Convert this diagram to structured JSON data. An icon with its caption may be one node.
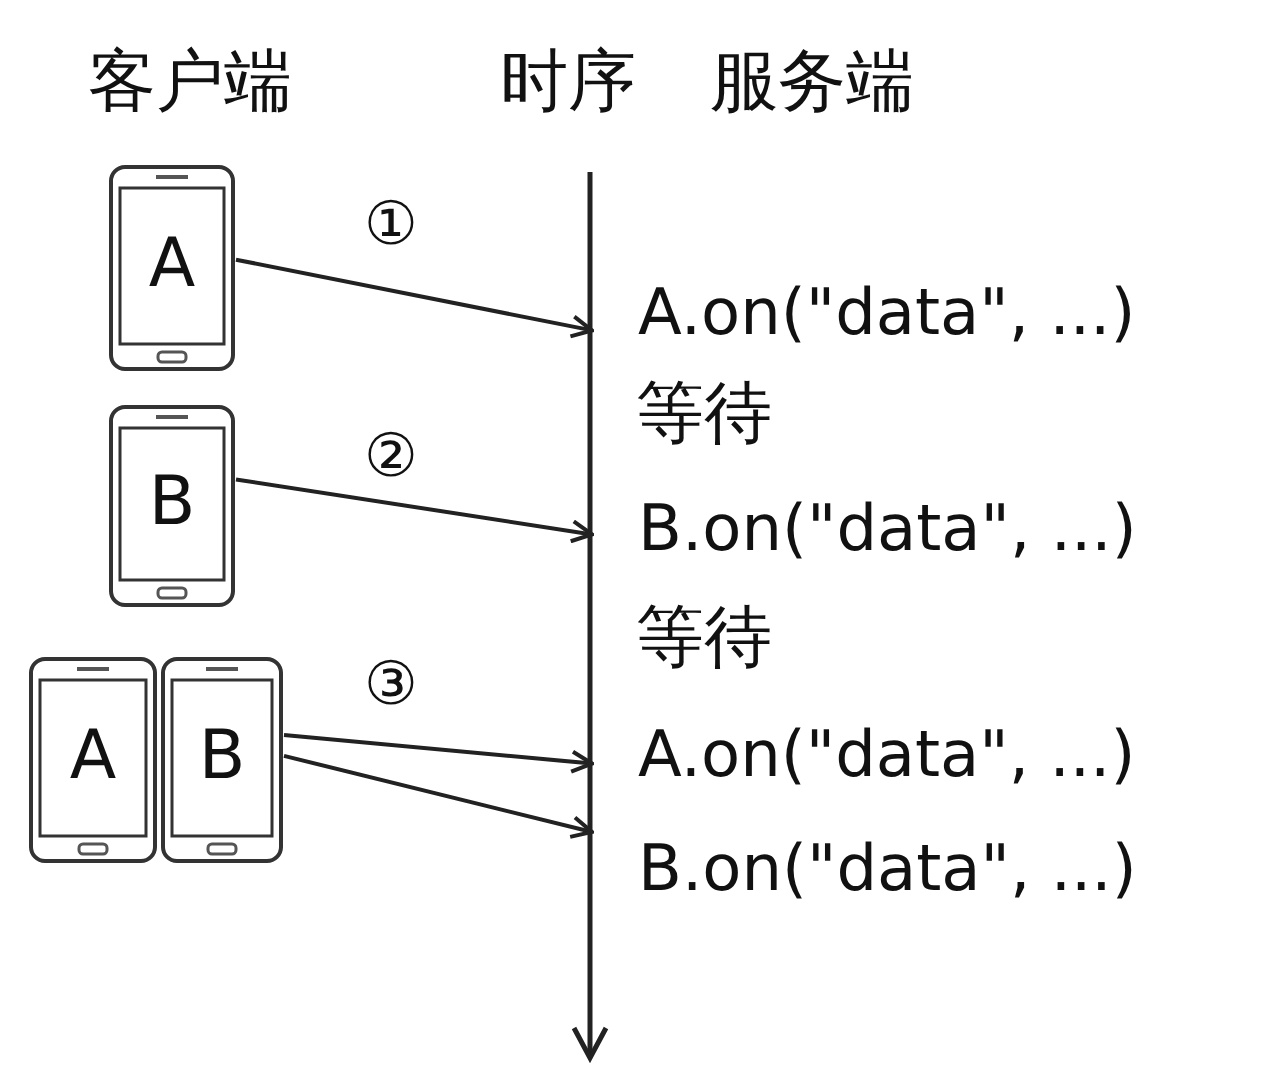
{
  "diagram": {
    "nodes": [
      {
        "text": [
          "A"
        ]
      },
      {
        "text": [
          "B"
        ]
      },
      {
        "text": [
          "A"
        ]
      },
      {
        "text": [
          "B"
        ]
      },
      {
        "text": [
          "A.on(\"data\", ...)"
        ]
      },
      {
        "text": [
          "B.on(\"data\", ...)"
        ]
      },
      {
        "text": [
          "A.on(\"data\", ...)"
        ]
      },
      {
        "text": [
          "B.on(\"data\", ...)"
        ]
      }
    ],
    "edges": [
      {
        "from": 0,
        "to": 4,
        "arrow": "to",
        "label": "①"
      },
      {
        "from": 1,
        "to": 5,
        "arrow": "to",
        "label": "②"
      },
      {
        "from": 3,
        "to": 6,
        "arrow": "to",
        "label": "③"
      },
      {
        "from": 3,
        "to": 7,
        "arrow": "to"
      }
    ],
    "labels": [
      "客户端",
      "时序",
      "服务端",
      "等待",
      "等待"
    ]
  }
}
